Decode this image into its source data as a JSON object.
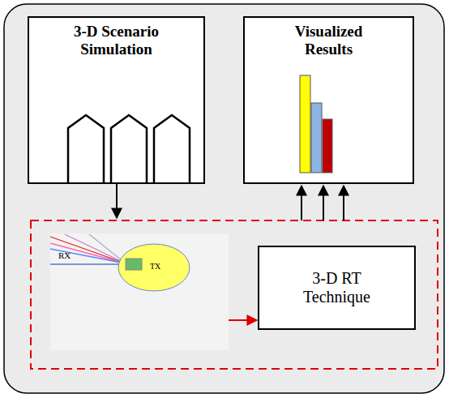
{
  "diagram": {
    "nodes": [
      {
        "text": [
          "3-D Scenario Simulation"
        ]
      },
      {
        "text": [
          "Visualized Results"
        ]
      },
      {
        "text": [
          "RX"
        ]
      },
      {
        "text": [
          "TX"
        ],
        "in": 2
      },
      {
        "text": [
          "3-D RT Technique"
        ]
      }
    ],
    "edges": [
      {
        "from": 2,
        "to": 4,
        "arrow": "to"
      }
    ]
  }
}
